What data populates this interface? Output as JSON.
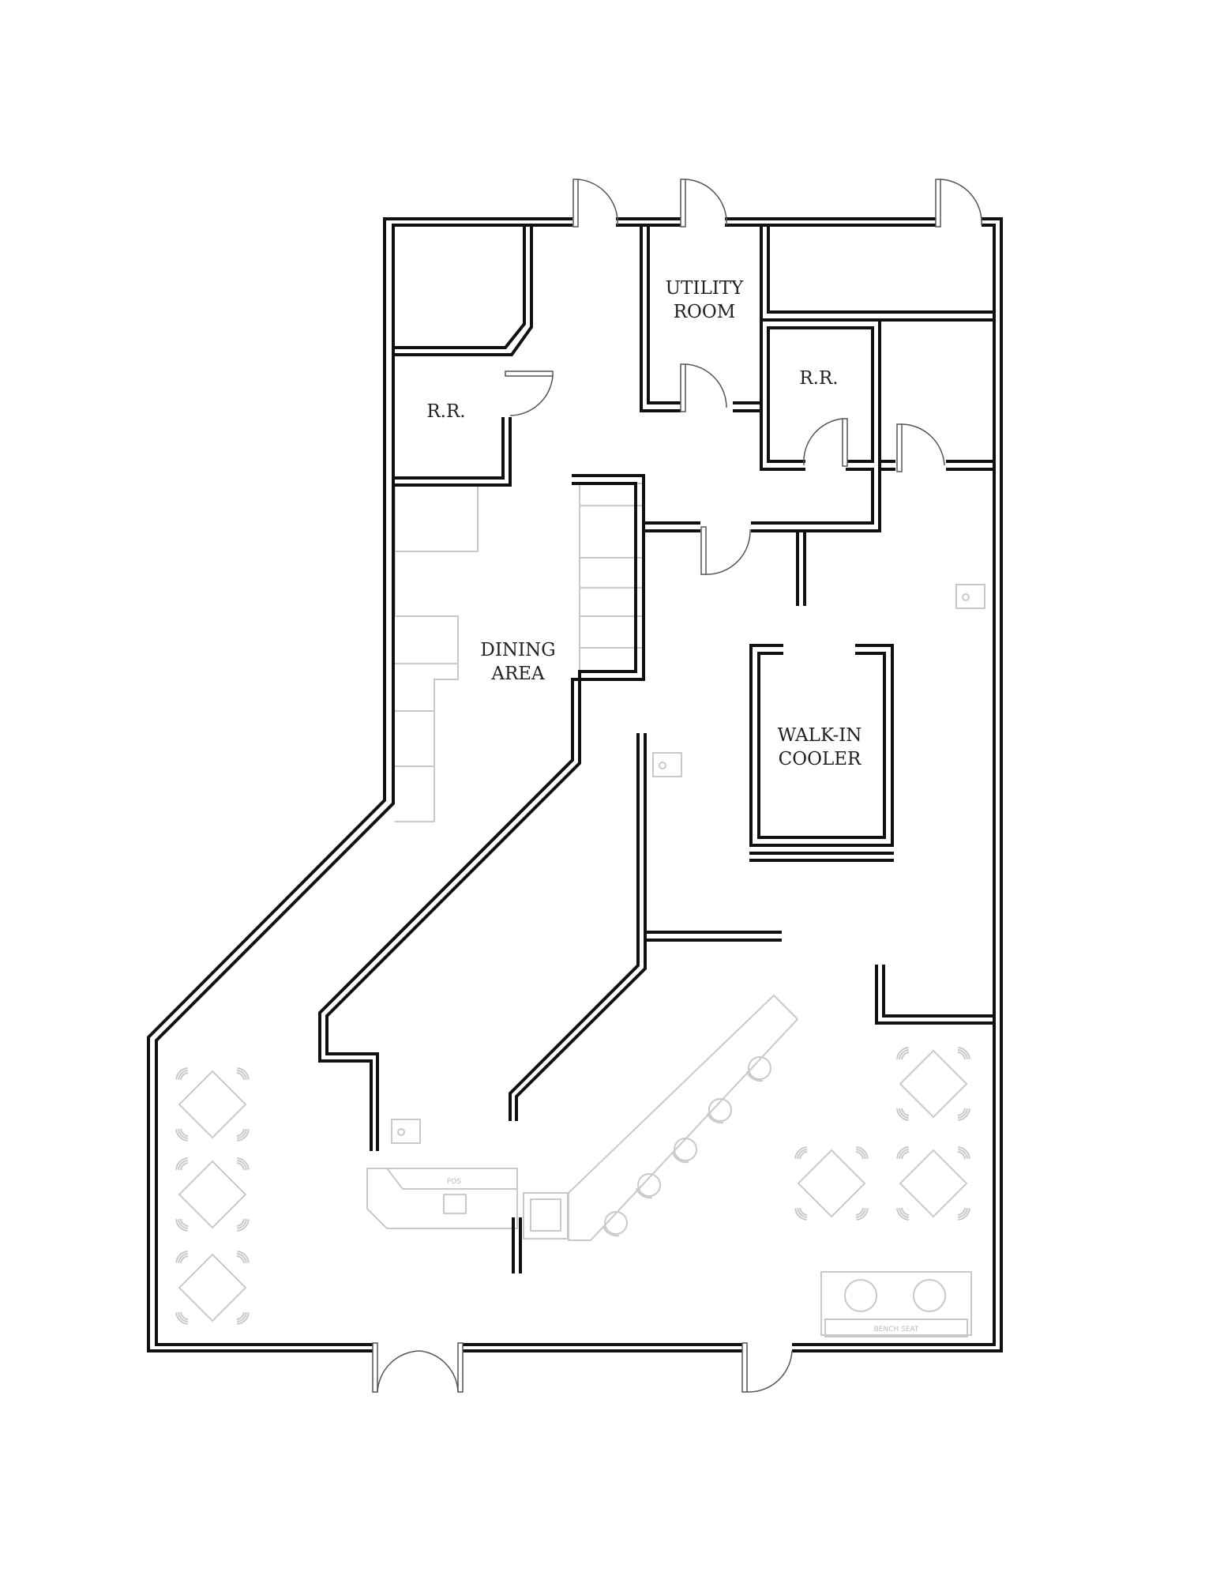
{
  "rooms": {
    "utility": [
      "UTILITY",
      "ROOM"
    ],
    "restroom_left": [
      "R.R."
    ],
    "restroom_right": [
      "R.R."
    ],
    "dining": [
      "DINING",
      "AREA"
    ],
    "cooler": [
      "WALK-IN",
      "COOLER"
    ]
  },
  "fixtures": {
    "pos_label": "POS",
    "bench_label": "BENCH SEAT"
  }
}
